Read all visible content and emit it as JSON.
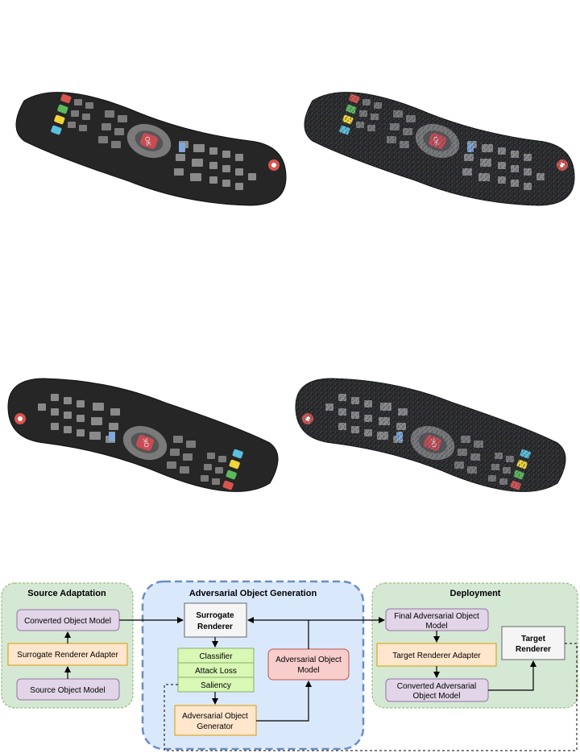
{
  "sections": {
    "source_adaptation": "Source Adaptation",
    "adversarial_generation": "Adversarial Object Generation",
    "deployment": "Deployment"
  },
  "nodes": {
    "converted_object_model": "Converted Object Model",
    "surrogate_renderer_adapter": "Surrogate Renderer Adapter",
    "source_object_model": "Source Object Model",
    "surrogate_renderer_line1": "Surrogate",
    "surrogate_renderer_line2": "Renderer",
    "classifier": "Classifier",
    "attack_loss": "Attack Loss",
    "saliency": "Saliency",
    "adversarial_object_model_line1": "Adversarial Object",
    "adversarial_object_model_line2": "Model",
    "adversarial_object_generator_line1": "Adversarial Object",
    "adversarial_object_generator_line2": "Generator",
    "final_adversarial_object_model_line1": "Final Adversarial Object",
    "final_adversarial_object_model_line2": "Model",
    "target_renderer_adapter": "Target Renderer Adapter",
    "converted_adversarial_object_model_line1": "Converted Adversarial",
    "converted_adversarial_object_model_line2": "Object Model",
    "target_renderer_line1": "Target",
    "target_renderer_line2": "Renderer"
  },
  "remote_labels": {
    "ok": "OK"
  },
  "colors": {
    "green_panel": "#d5e8d4",
    "blue_panel": "#dae8fc",
    "purple_node": "#e1d5e7",
    "orange_node": "#ffe6cc",
    "green_node": "#d9f7b5",
    "red_node": "#f8cecc",
    "grey_node": "#f5f5f5",
    "remote_body": "#262626",
    "remote_red_button": "#d9534f"
  }
}
